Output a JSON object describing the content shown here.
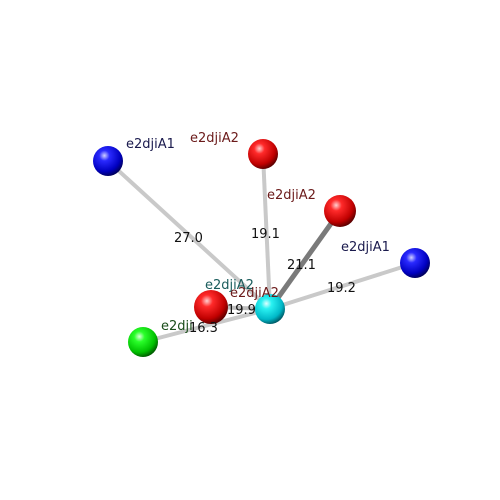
{
  "colors": {
    "background": "#ffffff",
    "bond": "#bfbfbf",
    "bond_dark": "#6f6f6f",
    "label_red": "#6b1a1a",
    "label_blue": "#1a1a4d",
    "label_cyan": "#1a5c5c",
    "label_green": "#1a4d1a",
    "label_dist": "#111111"
  },
  "atoms": [
    {
      "id": "center",
      "label": "e2djiA2",
      "color": "cyan"
    },
    {
      "id": "blue-left",
      "label": "e2djiA1",
      "color": "blue"
    },
    {
      "id": "red-top",
      "label": "e2djiA2",
      "color": "red"
    },
    {
      "id": "red-right",
      "label": "e2djiA2",
      "color": "red"
    },
    {
      "id": "blue-right",
      "label": "e2djiA1",
      "color": "blue"
    },
    {
      "id": "red-mid",
      "label": "e2djiA2",
      "color": "red"
    },
    {
      "id": "green-left",
      "label": "e2dji",
      "color": "green"
    }
  ],
  "distances": [
    {
      "from": "center",
      "to": "blue-left",
      "value": "27.0"
    },
    {
      "from": "center",
      "to": "red-top",
      "value": "19.1"
    },
    {
      "from": "center",
      "to": "red-right",
      "value": "21.1"
    },
    {
      "from": "center",
      "to": "blue-right",
      "value": "19.2"
    },
    {
      "from": "center",
      "to": "red-mid",
      "value": "19.9"
    },
    {
      "from": "center",
      "to": "green-left",
      "value": "16.3"
    }
  ]
}
